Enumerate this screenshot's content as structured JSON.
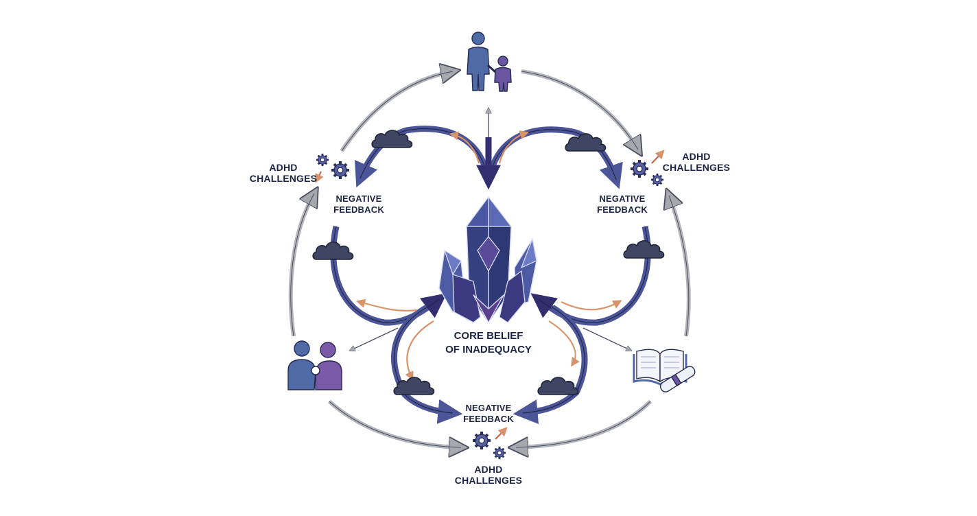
{
  "center": {
    "line1": "CORE BELIEF",
    "line2": "OF INADEQUACY",
    "icon": "crystal-cluster-icon"
  },
  "nodes": {
    "adhd_left": {
      "line1": "ADHD",
      "line2": "CHALLENGES",
      "icon": "gears-icon"
    },
    "adhd_right": {
      "line1": "ADHD",
      "line2": "CHALLENGES",
      "icon": "gears-icon"
    },
    "adhd_bottom": {
      "line1": "ADHD",
      "line2": "CHALLENGES",
      "icon": "gears-icon"
    },
    "feedback_left": {
      "line1": "NEGATIVE",
      "line2": "FEEDBACK"
    },
    "feedback_right": {
      "line1": "NEGATIVE",
      "line2": "FEEDBACK"
    },
    "feedback_bottom": {
      "line1": "NEGATIVE",
      "line2": "FEEDBACK"
    }
  },
  "icons": {
    "top": "parent-and-child-icon",
    "left": "supportive-people-icon",
    "right": "book-and-diploma-icon",
    "clouds": "cloud-icon"
  },
  "colors": {
    "dark_navy": "#252a58",
    "mid_blue": "#5560a0",
    "purple": "#6b4f9c",
    "orange_arrow": "#d9936a",
    "gray_arrow": "#a6a8ae",
    "text": "#1d2442"
  }
}
